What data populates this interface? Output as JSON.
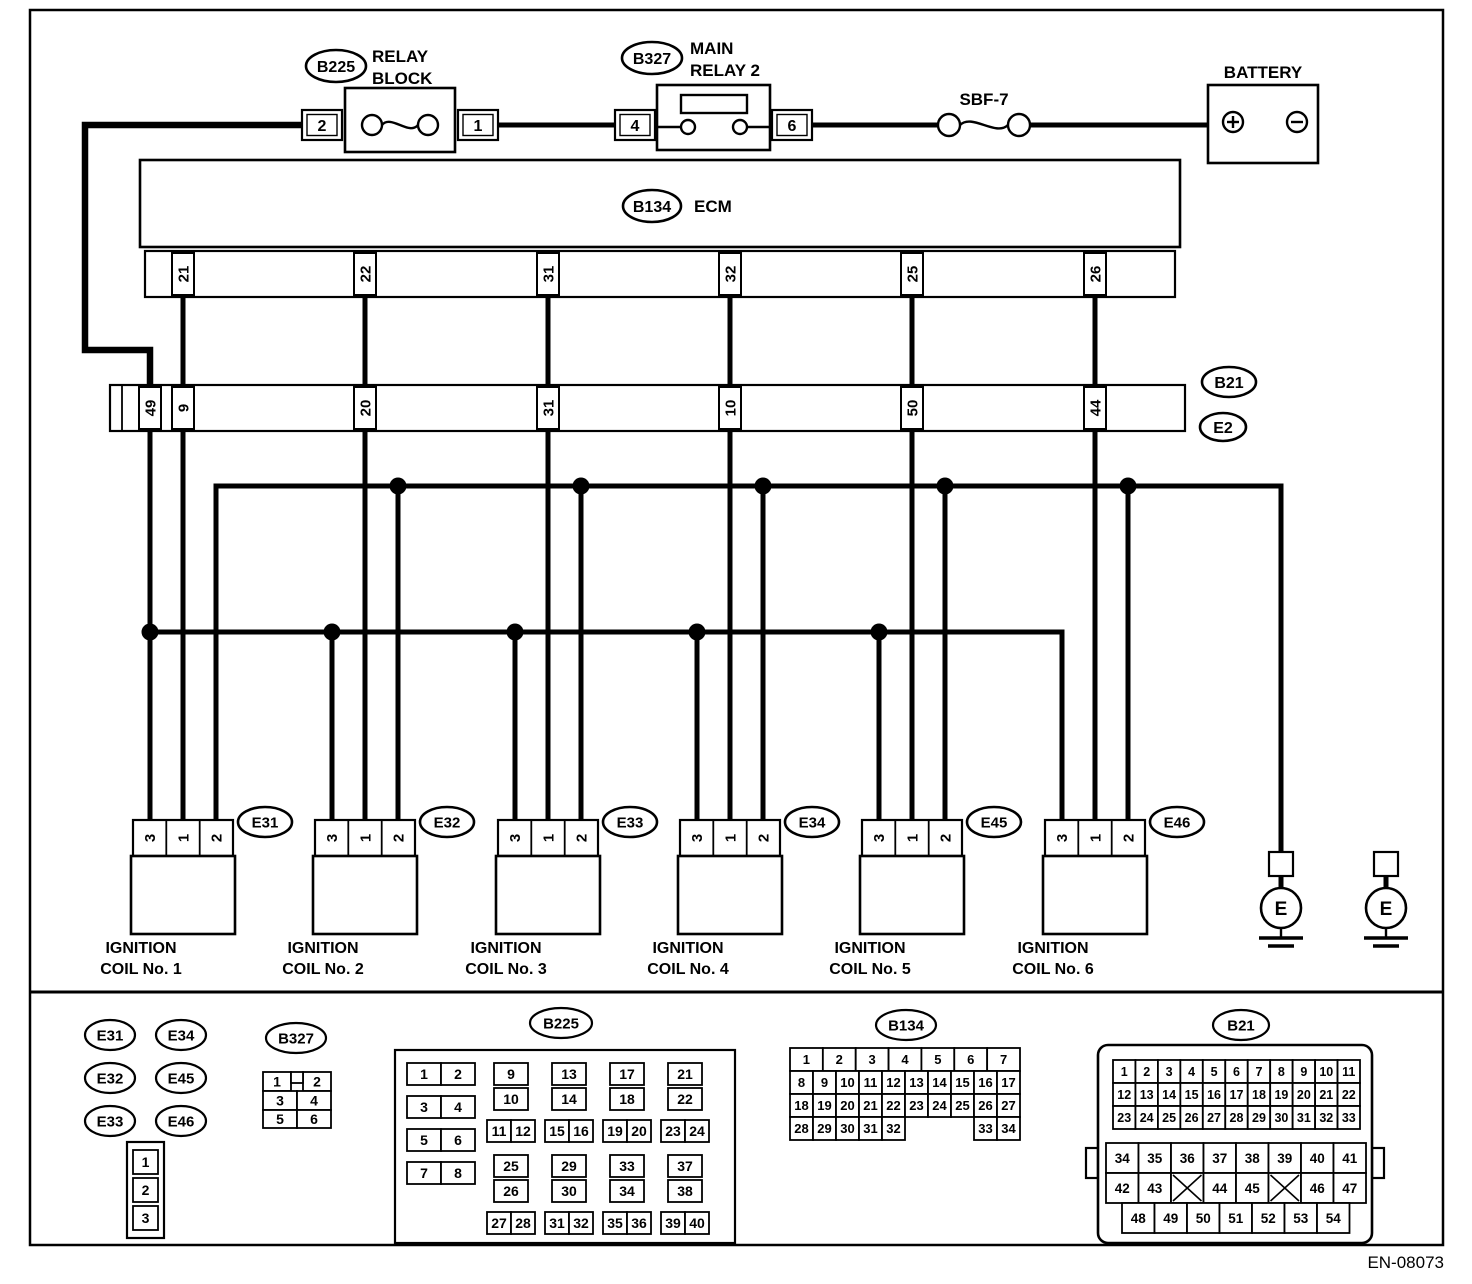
{
  "header": {
    "relay_block": {
      "id": "B225",
      "name1": "RELAY",
      "name2": "BLOCK",
      "pin_left": "2",
      "pin_right": "1"
    },
    "main_relay": {
      "id": "B327",
      "name1": "MAIN",
      "name2": "RELAY 2",
      "pin_left": "4",
      "pin_right": "6"
    },
    "fuse_label": "SBF-7",
    "battery_label": "BATTERY"
  },
  "ecm": {
    "id": "B134",
    "label": "ECM",
    "pins": [
      "21",
      "22",
      "31",
      "32",
      "25",
      "26"
    ]
  },
  "b21_strip": {
    "id_top": "B21",
    "id_bottom": "E2",
    "pins": [
      "49",
      "9",
      "20",
      "31",
      "10",
      "50",
      "44"
    ]
  },
  "coils": [
    {
      "connector": "E31",
      "pins": [
        "3",
        "1",
        "2"
      ],
      "name1": "IGNITION",
      "name2": "COIL No. 1"
    },
    {
      "connector": "E32",
      "pins": [
        "3",
        "1",
        "2"
      ],
      "name1": "IGNITION",
      "name2": "COIL No. 2"
    },
    {
      "connector": "E33",
      "pins": [
        "3",
        "1",
        "2"
      ],
      "name1": "IGNITION",
      "name2": "COIL No. 3"
    },
    {
      "connector": "E34",
      "pins": [
        "3",
        "1",
        "2"
      ],
      "name1": "IGNITION",
      "name2": "COIL No. 4"
    },
    {
      "connector": "E45",
      "pins": [
        "3",
        "1",
        "2"
      ],
      "name1": "IGNITION",
      "name2": "COIL No. 5"
    },
    {
      "connector": "E46",
      "pins": [
        "3",
        "1",
        "2"
      ],
      "name1": "IGNITION",
      "name2": "COIL No. 6"
    }
  ],
  "grounds": {
    "label": "E"
  },
  "pinouts": {
    "coil_connectors": {
      "labels": [
        "E31",
        "E34",
        "E32",
        "E45",
        "E33",
        "E46"
      ],
      "pins": [
        "1",
        "2",
        "3"
      ]
    },
    "b327": {
      "id": "B327",
      "row1": [
        "1",
        "2"
      ],
      "row2": [
        "3",
        "4"
      ],
      "row3": [
        "5",
        "6"
      ]
    },
    "b225": {
      "id": "B225",
      "left_pairs": [
        [
          "1",
          "2"
        ],
        [
          "3",
          "4"
        ],
        [
          "5",
          "6"
        ],
        [
          "7",
          "8"
        ]
      ],
      "groups_top": [
        [
          "9",
          "10",
          "11",
          "12"
        ],
        [
          "13",
          "14",
          "15",
          "16"
        ],
        [
          "17",
          "18",
          "19",
          "20"
        ],
        [
          "21",
          "22",
          "23",
          "24"
        ]
      ],
      "groups_bottom": [
        [
          "25",
          "26",
          "27",
          "28"
        ],
        [
          "29",
          "30",
          "31",
          "32"
        ],
        [
          "33",
          "34",
          "35",
          "36"
        ],
        [
          "37",
          "38",
          "39",
          "40"
        ]
      ]
    },
    "b134": {
      "id": "B134",
      "row1": [
        "1",
        "2",
        "3",
        "4",
        "5",
        "6",
        "7"
      ],
      "row2": [
        "8",
        "9",
        "10",
        "11",
        "12",
        "13",
        "14",
        "15",
        "16",
        "17"
      ],
      "row3": [
        "18",
        "19",
        "20",
        "21",
        "22",
        "23",
        "24",
        "25",
        "26",
        "27"
      ],
      "row4_left": [
        "28",
        "29",
        "30",
        "31",
        "32"
      ],
      "row4_right": [
        "33",
        "34"
      ]
    },
    "b21": {
      "id": "B21",
      "top_rows": [
        [
          "1",
          "2",
          "3",
          "4",
          "5",
          "6",
          "7",
          "8",
          "9",
          "10",
          "11"
        ],
        [
          "12",
          "13",
          "14",
          "15",
          "16",
          "17",
          "18",
          "19",
          "20",
          "21",
          "22"
        ],
        [
          "23",
          "24",
          "25",
          "26",
          "27",
          "28",
          "29",
          "30",
          "31",
          "32",
          "33"
        ]
      ],
      "bottom_rows": [
        [
          "34",
          "35",
          "36",
          "37",
          "38",
          "39",
          "40",
          "41"
        ],
        [
          "42",
          "43",
          "X",
          "44",
          "45",
          "X",
          "46",
          "47"
        ],
        [
          "48",
          "49",
          "50",
          "51",
          "52",
          "53",
          "54"
        ]
      ]
    }
  },
  "footer": {
    "doc_number": "EN-08073"
  }
}
